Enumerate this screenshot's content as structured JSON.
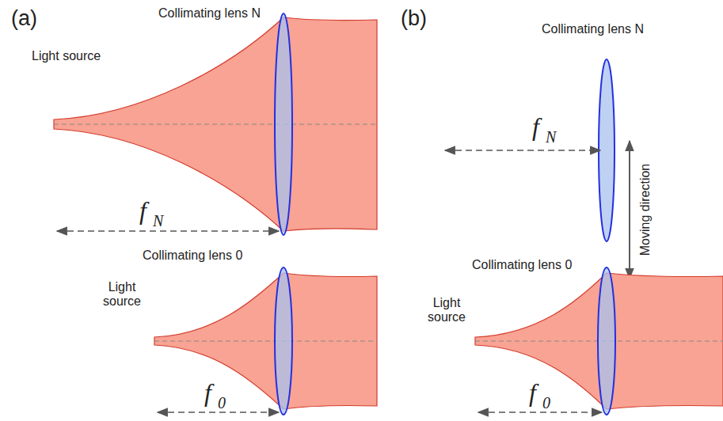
{
  "diagram": {
    "labels": [
      "(a)",
      "Collimating lens N",
      "Light source",
      "f",
      "N",
      "Collimating lens 0",
      "Light source",
      "f",
      "0",
      "(b)",
      "Collimating lens N",
      "f",
      "N",
      "Moving direction",
      "Collimating lens 0",
      "Light source",
      "f",
      "0"
    ]
  }
}
